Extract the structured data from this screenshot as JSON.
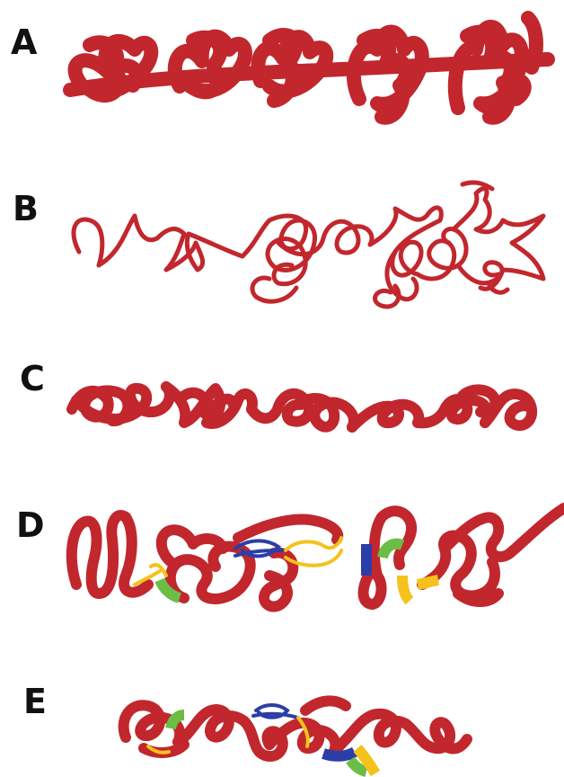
{
  "panels": [
    {
      "label": "A"
    },
    {
      "label": "B"
    },
    {
      "label": "C"
    },
    {
      "label": "D"
    },
    {
      "label": "E"
    }
  ],
  "colors": {
    "chain": "#c1272d",
    "yellow": "#f5c21b",
    "blue": "#2b3ea8",
    "green": "#6cbd45",
    "label": "#111111"
  }
}
